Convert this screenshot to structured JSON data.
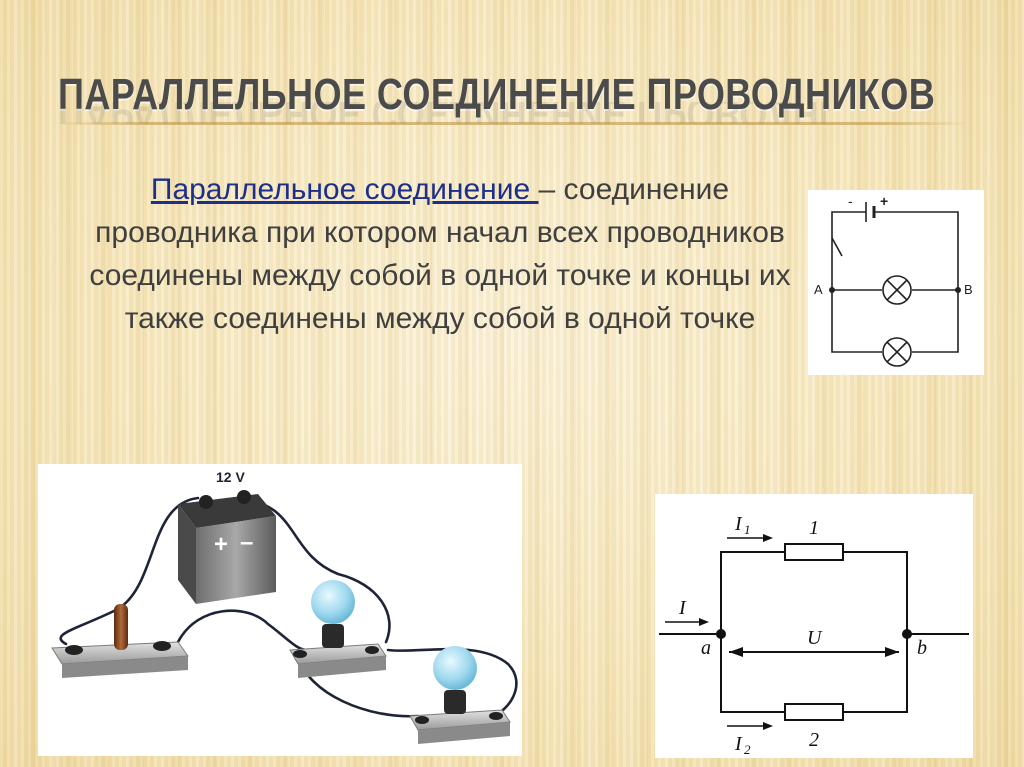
{
  "title": "ПАРАЛЛЕЛЬНОЕ СОЕДИНЕНИЕ ПРОВОДНИКОВ",
  "definition": {
    "term": "Параллельное соединение ",
    "dash": " –",
    "text": "соединение проводника при котором начал всех проводников соединены между собой в одной точке и концы их также соединены между собой в одной точке"
  },
  "schematic_small": {
    "minus": "-",
    "plus": "+",
    "node_a": "A",
    "node_b": "B"
  },
  "illustration": {
    "battery_label": "12 V",
    "battery_plus": "+",
    "battery_minus": "–"
  },
  "schematic_large": {
    "current_total": "I",
    "current_1": "I",
    "current_1_sub": "1",
    "current_2": "I",
    "current_2_sub": "2",
    "resistor_1": "1",
    "resistor_2": "2",
    "voltage": "U",
    "node_a": "a",
    "node_b": "b"
  },
  "colors": {
    "title": "#4b4b4b",
    "term": "#1c2f8a",
    "body": "#3f3f3f"
  }
}
